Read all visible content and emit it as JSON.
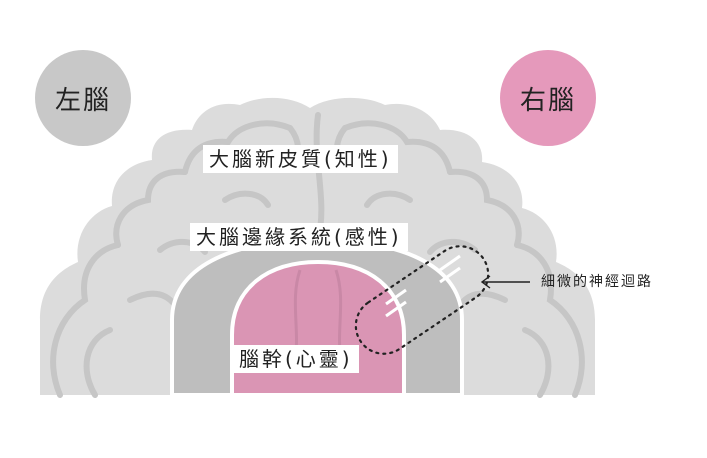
{
  "hemispheres": {
    "left": {
      "label": "左腦",
      "color": "#c8c8c8"
    },
    "right": {
      "label": "右腦",
      "color": "#e599bb"
    }
  },
  "layers": {
    "cortex": {
      "label": "大腦新皮質(知性)",
      "color": "#dcdcdc"
    },
    "limbic": {
      "label": "大腦邊緣系統(感性)",
      "color": "#bebebe"
    },
    "stem": {
      "label": "腦幹(心靈)",
      "color": "#da95b4"
    }
  },
  "annotation": {
    "label": "細微的神經迴路"
  }
}
